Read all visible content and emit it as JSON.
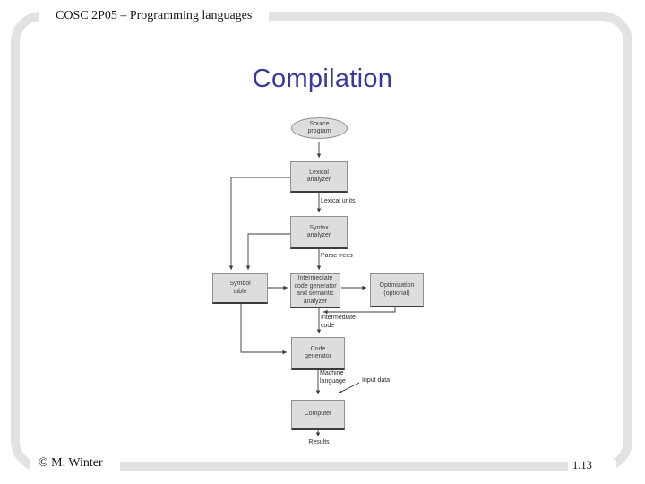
{
  "slide": {
    "header_text": "COSC 2P05 – Programming languages",
    "title": "Compilation",
    "footer_text": "© M. Winter",
    "page_number": "1.13"
  },
  "colors": {
    "title_blue": "#39399E",
    "frame_gray": "#E2E2E2",
    "node_fill": "#DDDDDD",
    "node_border": "#8F8F8F",
    "connector_line": "#3A3A3A"
  },
  "diagram": {
    "nodes": {
      "source_program": "Source\nprogram",
      "lexical_analyzer": "Lexical\nanalyzer",
      "syntax_analyzer": "Syntax\nanalyzer",
      "intermediate_code_generator": "Intermediate\ncode generator\nand semantic\nanalyzer",
      "symbol_table": "Symbol\ntable",
      "optimization": "Optimization\n(optional)",
      "code_generator": "Code\ngenerator",
      "computer": "Computer"
    },
    "edge_labels": {
      "lexical_units": "Lexical units",
      "parse_trees": "Parse trees",
      "intermediate_code": "Intermediate\ncode",
      "machine_language": "Machine\nlanguage",
      "input_data": "Input data",
      "results": "Results"
    }
  }
}
